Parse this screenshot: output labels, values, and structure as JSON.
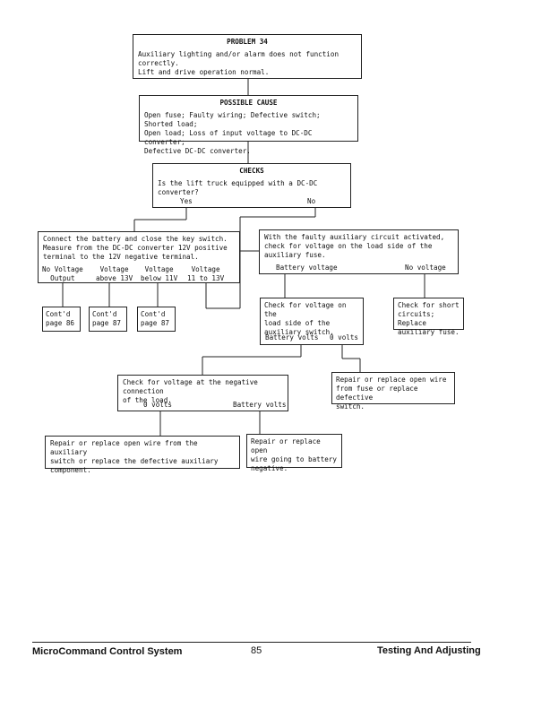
{
  "problem": {
    "title": "PROBLEM 34",
    "text": "Auxiliary lighting and/or alarm does not function correctly.\nLift and drive operation normal."
  },
  "cause": {
    "title": "POSSIBLE CAUSE",
    "text": "Open fuse; Faulty wiring; Defective switch; Shorted load;\nOpen load; Loss of input voltage to DC-DC converter;\nDefective DC-DC converter."
  },
  "checks": {
    "title": "CHECKS",
    "question": "Is the lift truck equipped with a DC-DC converter?",
    "yes": "Yes",
    "no": "No"
  },
  "yes_box": {
    "text": "Connect the battery and close the key switch.\nMeasure from the DC-DC converter 12V positive\nterminal to the 12V negative terminal.",
    "outcomes": [
      "No Voltage\nOutput",
      "Voltage\nabove 13V",
      "Voltage\nbelow 11V",
      "Voltage\n11 to 13V"
    ]
  },
  "contd": [
    "Cont'd\npage 86",
    "Cont'd\npage 87",
    "Cont'd\npage 87"
  ],
  "fuse_box": {
    "text": "With the faulty auxiliary circuit activated,\ncheck for voltage on the load side of the\nauxiliary fuse.",
    "battery": "Battery voltage",
    "none": "No voltage"
  },
  "short_box": {
    "text": "Check for short\ncircuits; Replace\nauxiliary fuse."
  },
  "switch_box": {
    "text": "Check for voltage on the\nload side of the\nauxiliary switch.",
    "battery": "Battery volts",
    "zero": "0 volts"
  },
  "repair_fuse_box": {
    "text": "Repair or replace open wire\nfrom fuse or replace defective\nswitch."
  },
  "neg_box": {
    "text": "Check for voltage at the negative connection\nof the load.",
    "zero": "0 volts",
    "battery": "Battery volts"
  },
  "repair_switch_box": {
    "text": "Repair or replace open wire from the auxiliary\nswitch or replace the defective auxiliary\ncomponent."
  },
  "repair_neg_box": {
    "text": "Repair or replace open\nwire going to battery\nnegative."
  },
  "footer": {
    "left": "MicroCommand Control System",
    "page": "85",
    "right": "Testing And Adjusting"
  }
}
